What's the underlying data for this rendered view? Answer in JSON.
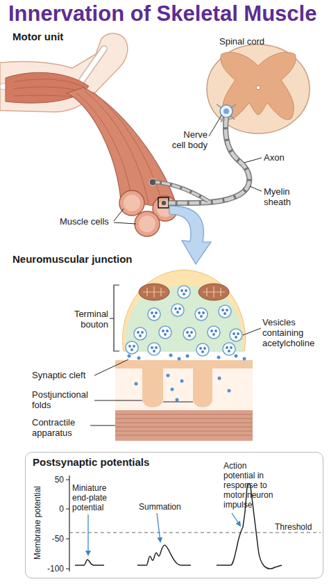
{
  "diagram": {
    "title": "Innervation of Skeletal Muscle",
    "nodes": [
      {
        "text": [
          "Postsynaptic potentials"
        ]
      }
    ],
    "labels": [
      "Motor unit",
      "Spinal cord",
      "Nerve cell body",
      "Axon",
      "Myelin sheath",
      "Muscle cells",
      "Neuromuscular junction",
      "Terminal bouton",
      "Vesicles containing acetylcholine",
      "Synaptic cleft",
      "Postjunctional folds",
      "Contractile apparatus",
      "50",
      "0",
      "-50",
      "-100",
      "Membrane potential",
      "Miniature end-plate potential",
      "Summation",
      "Action potential in response to motor neuron impulse",
      "Threshold"
    ]
  }
}
